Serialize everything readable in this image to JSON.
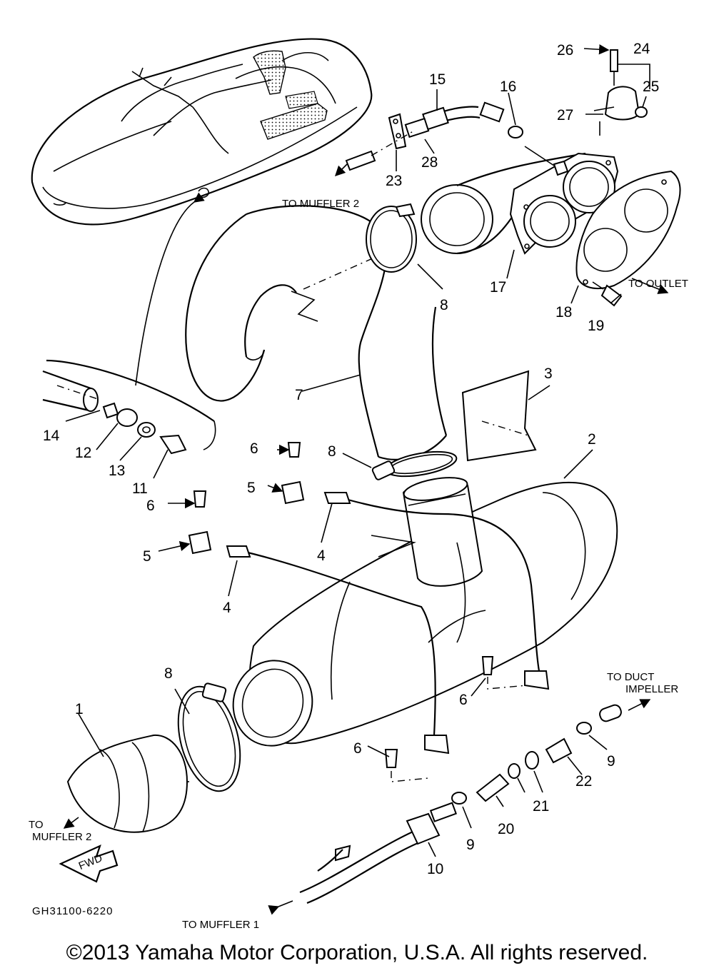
{
  "diagram": {
    "code": "GH31100-6220",
    "copyright": "©2013 Yamaha Motor Corporation, U.S.A. All rights reserved.",
    "fwd": "FWD",
    "labels": {
      "to_muffler2_top": "TO MUFFLER 2",
      "to_outlet": "TO OUTLET",
      "to_duct": "TO DUCT",
      "impeller": "IMPELLER",
      "to": "TO",
      "muffler2": "MUFFLER 2",
      "to_muffler1": "TO MUFFLER 1"
    },
    "callouts": [
      {
        "id": "n1",
        "text": "1"
      },
      {
        "id": "n2",
        "text": "2"
      },
      {
        "id": "n3",
        "text": "3"
      },
      {
        "id": "n4a",
        "text": "4"
      },
      {
        "id": "n4b",
        "text": "4"
      },
      {
        "id": "n5a",
        "text": "5"
      },
      {
        "id": "n5b",
        "text": "5"
      },
      {
        "id": "n6a",
        "text": "6"
      },
      {
        "id": "n6b",
        "text": "6"
      },
      {
        "id": "n6c",
        "text": "6"
      },
      {
        "id": "n6d",
        "text": "6"
      },
      {
        "id": "n7",
        "text": "7"
      },
      {
        "id": "n8a",
        "text": "8"
      },
      {
        "id": "n8b",
        "text": "8"
      },
      {
        "id": "n8c",
        "text": "8"
      },
      {
        "id": "n9a",
        "text": "9"
      },
      {
        "id": "n9b",
        "text": "9"
      },
      {
        "id": "n10",
        "text": "10"
      },
      {
        "id": "n11",
        "text": "11"
      },
      {
        "id": "n12",
        "text": "12"
      },
      {
        "id": "n13",
        "text": "13"
      },
      {
        "id": "n14",
        "text": "14"
      },
      {
        "id": "n15",
        "text": "15"
      },
      {
        "id": "n16",
        "text": "16"
      },
      {
        "id": "n17",
        "text": "17"
      },
      {
        "id": "n18",
        "text": "18"
      },
      {
        "id": "n19",
        "text": "19"
      },
      {
        "id": "n20",
        "text": "20"
      },
      {
        "id": "n21",
        "text": "21"
      },
      {
        "id": "n22",
        "text": "22"
      },
      {
        "id": "n23",
        "text": "23"
      },
      {
        "id": "n24",
        "text": "24"
      },
      {
        "id": "n25",
        "text": "25"
      },
      {
        "id": "n26",
        "text": "26"
      },
      {
        "id": "n27",
        "text": "27"
      },
      {
        "id": "n28",
        "text": "28"
      }
    ]
  }
}
